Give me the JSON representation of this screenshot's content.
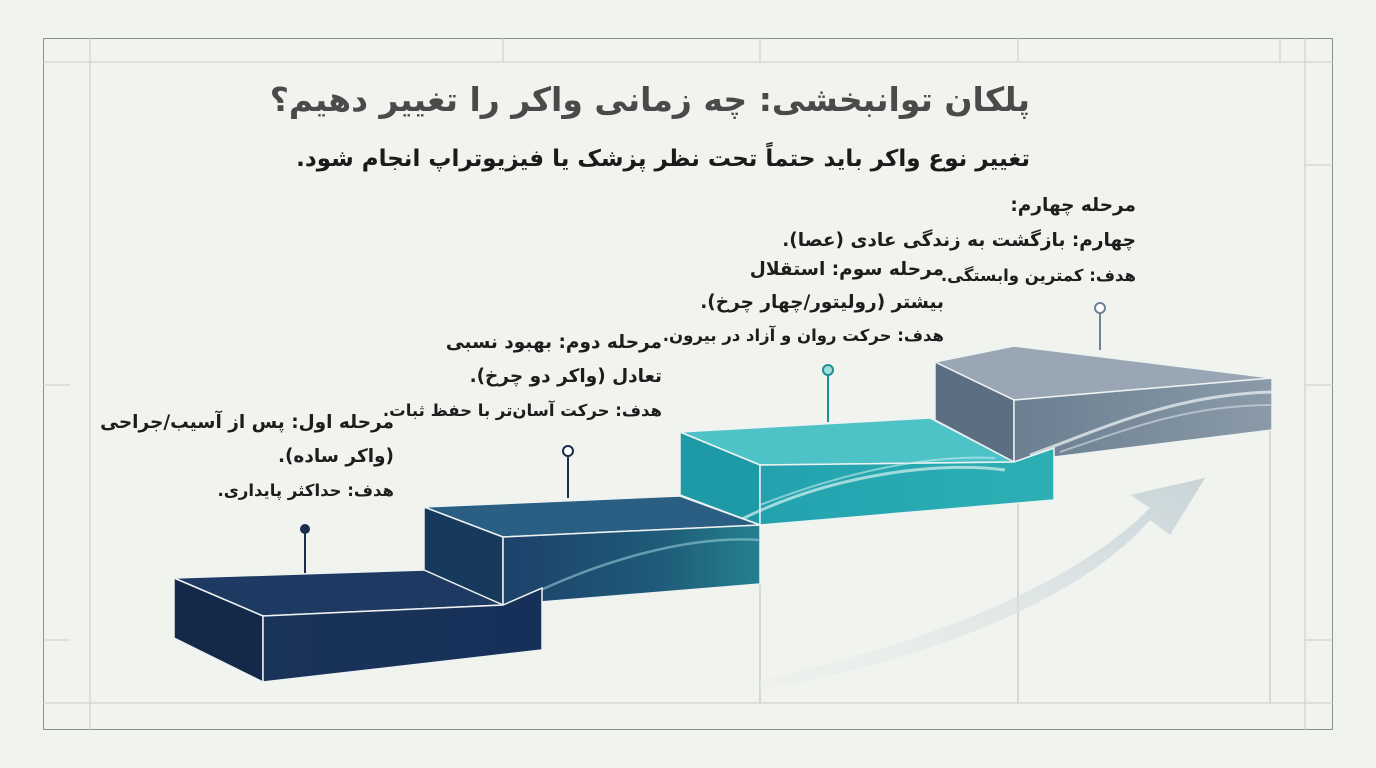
{
  "title": "پلکان توانبخشی: چه زمانی واکر را تغییر دهیم؟",
  "subtitle": "تغییر نوع واکر باید حتماً تحت نظر پزشک یا فیزیوتراپ انجام شود.",
  "steps": [
    {
      "line1": "مرحله اول: پس از آسیب/جراحی",
      "line2": "(واکر ساده).",
      "goal": "هدف: حداکثر پایداری.",
      "color": "#1b3a5e"
    },
    {
      "line1": "مرحله دوم: بهبود نسبی",
      "line2": "تعادل (واکر دو چرخ).",
      "goal": "هدف: حرکت آسان‌تر با حفظ ثبات.",
      "color": "#1f4e74"
    },
    {
      "line1": "مرحله سوم: استقلال",
      "line2": "بیشتر (رولیتور/چهار چرخ).",
      "goal": "هدف: حرکت روان و آزاد در بیرون.",
      "color": "#2aa9b3"
    },
    {
      "line1": "مرحله چهارم:",
      "line2": "چهارم: بازگشت به زندگی عادی (عصا).",
      "goal": "هدف: کمترین وابستگی.",
      "color": "#6f8394"
    }
  ],
  "colors": {
    "background": "#f1f3ee",
    "arrow": "#d3dde0",
    "marker_dark": "#1b2e4d",
    "marker_teal": "#1f8f95",
    "marker_gray": "#6f8394"
  }
}
